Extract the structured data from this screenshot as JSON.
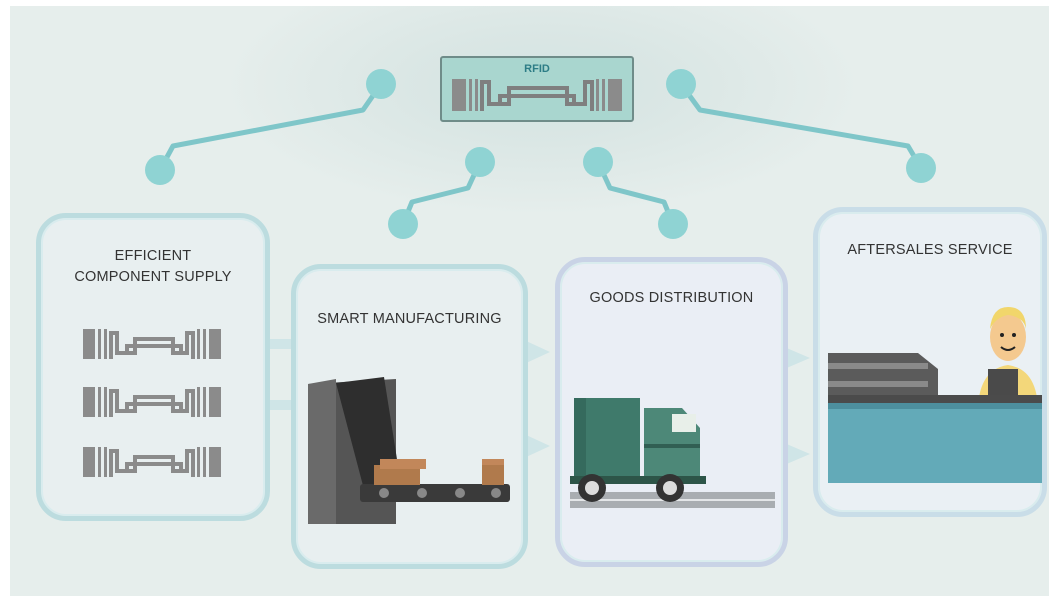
{
  "rfid": {
    "label": "RFID"
  },
  "cards": [
    {
      "title_line1": "EFFICIENT",
      "title_line2": "COMPONENT SUPPLY"
    },
    {
      "title": "SMART MANUFACTURING"
    },
    {
      "title": "GOODS DISTRIBUTION"
    },
    {
      "title": "AFTERSALES SERVICE"
    }
  ],
  "colors": {
    "node": "#8fd3d3",
    "line": "#7fc6c9",
    "tag": "#a9d6cf",
    "truck": "#3f7a6b",
    "counter": "#63aab8"
  }
}
